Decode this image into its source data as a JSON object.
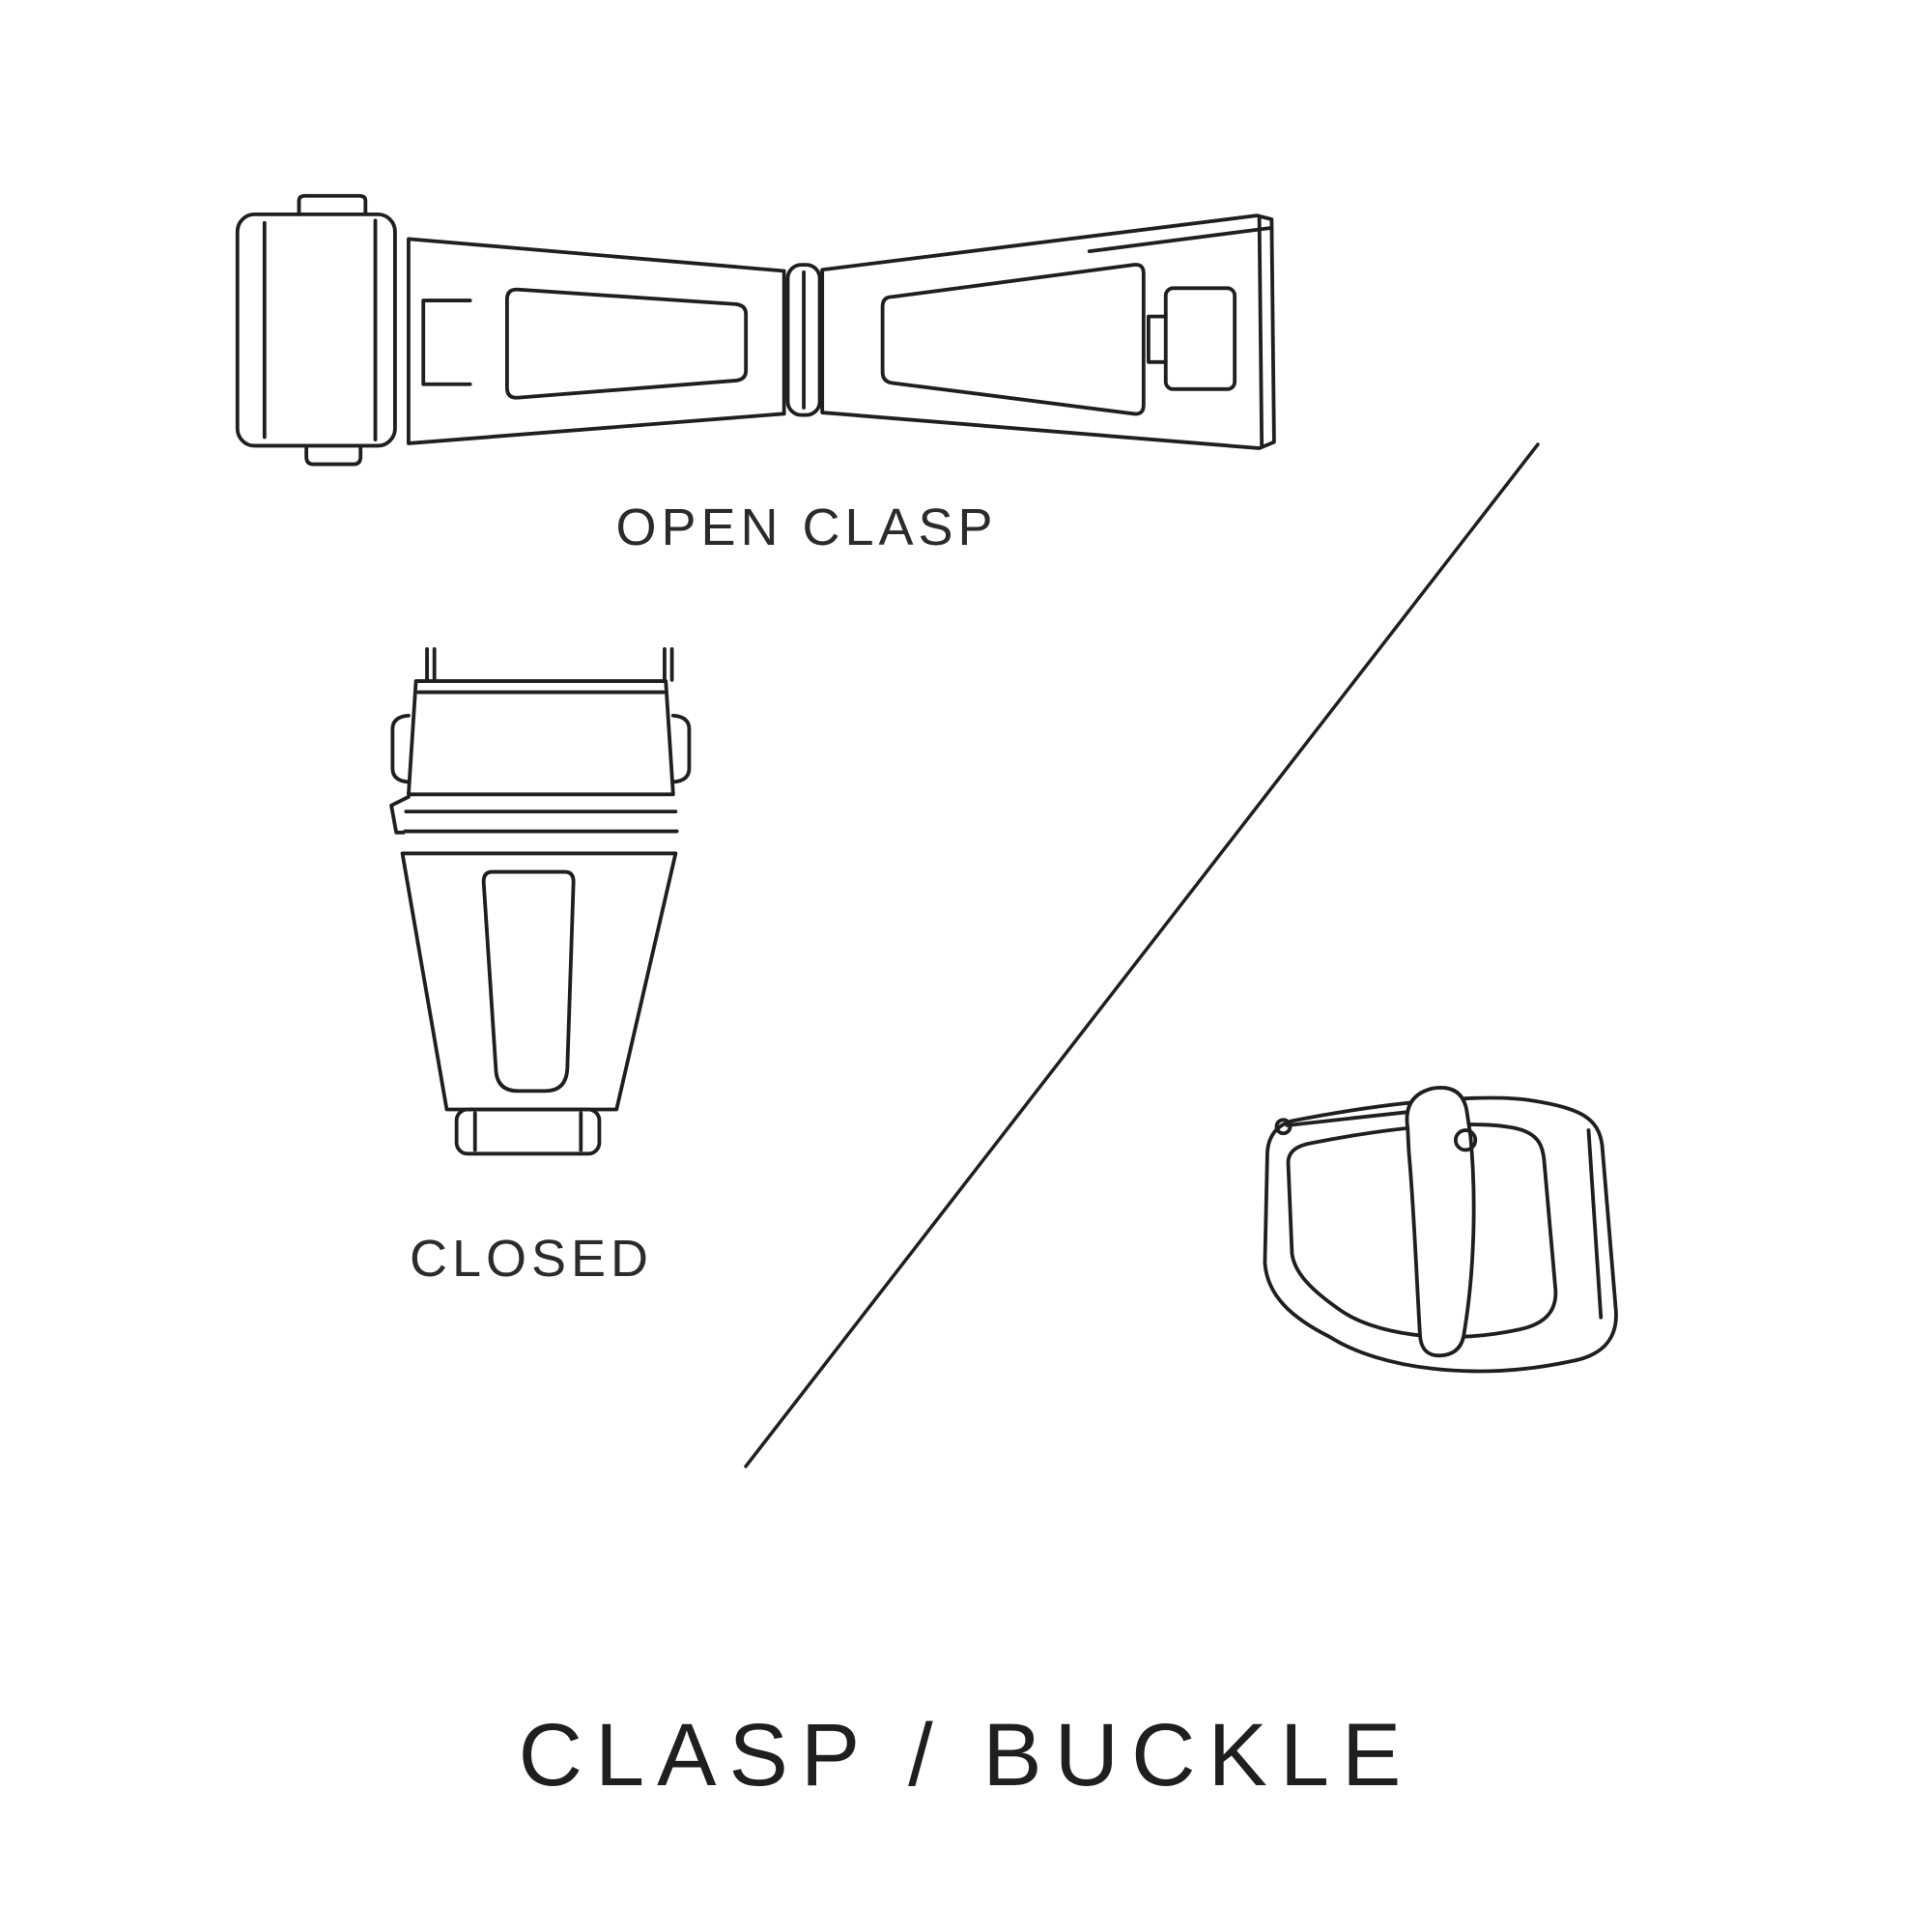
{
  "title": "CLASP / BUCKLE",
  "figures": {
    "open": {
      "label": "OPEN CLASP",
      "illustration": "open-clasp-top-view"
    },
    "closed": {
      "label": "CLOSED",
      "illustration": "closed-clasp-top-view"
    },
    "buckle": {
      "illustration": "tang-buckle-perspective"
    }
  },
  "divider": {
    "type": "diagonal-line"
  },
  "colors": {
    "background": "#ffffff",
    "line_art": "#1f1f1f",
    "text": "#2b2b2b"
  }
}
